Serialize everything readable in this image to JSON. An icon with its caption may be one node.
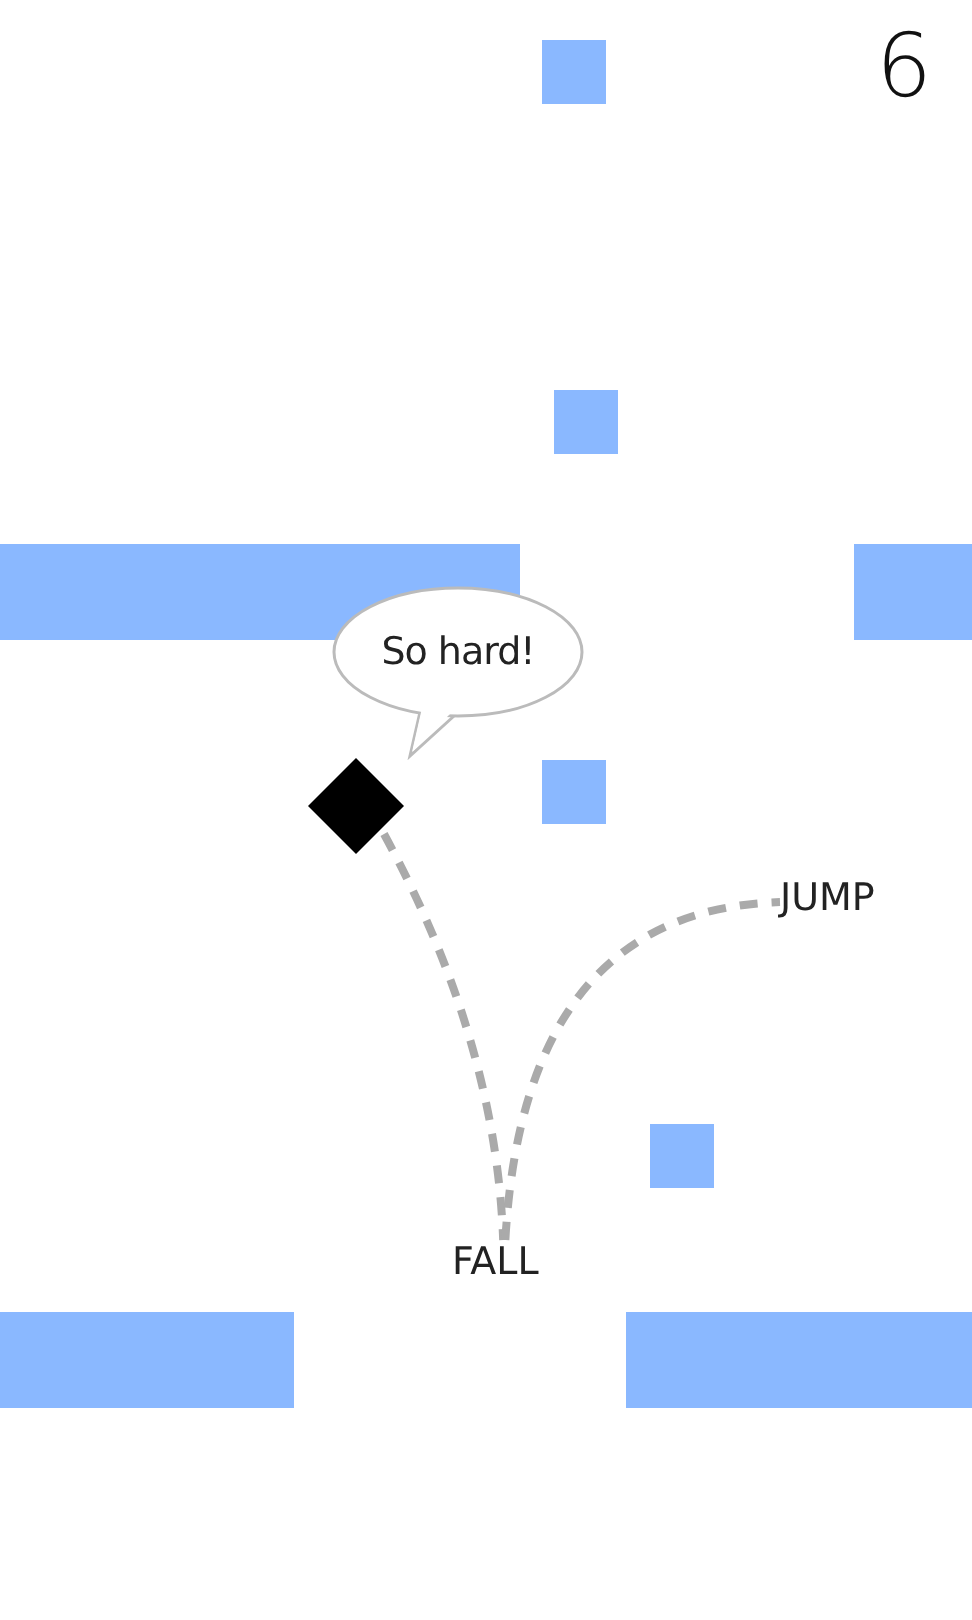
{
  "diagram": {
    "nodes": [
      {
        "text": [],
        "shape": "diamond"
      },
      {
        "text": [
          "So hard!"
        ]
      },
      {
        "text": [
          "FALL"
        ]
      },
      {
        "text": [
          "JUMP"
        ]
      }
    ],
    "edges": [
      {
        "from": 0,
        "to": 2,
        "arrow": "none",
        "style": "dashed"
      },
      {
        "from": 2,
        "to": 3,
        "arrow": "none",
        "style": "dashed"
      }
    ],
    "labels": [
      "6"
    ]
  }
}
